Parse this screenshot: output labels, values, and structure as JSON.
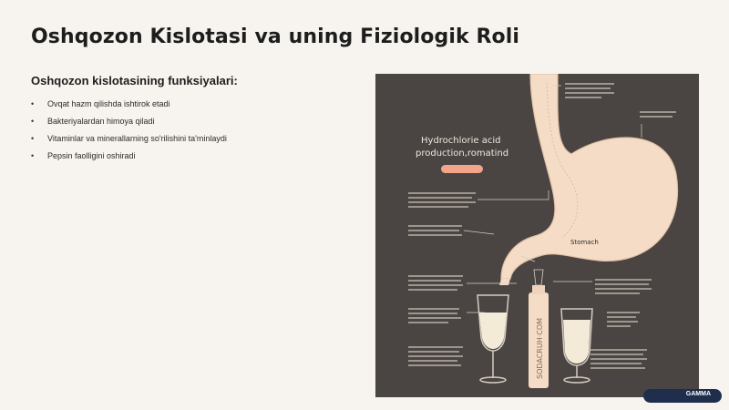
{
  "slide": {
    "title": "Oshqozon Kislotasi va uning Fiziologik Roli",
    "section_heading": "Oshqozon kislotasining funksiyalari:",
    "functions": [
      "Ovqat hazm qilishda ishtirok etadi",
      "Bakteriyalardan himoya qiladi",
      "Vitaminlar va minerallarning so'rilishini ta'minlaydi",
      "Pepsin faolligini oshiradi"
    ],
    "bullet_symbol": "•"
  },
  "figure": {
    "heading_line1": "Hydrochlorie acid",
    "heading_line2": "production,romatind",
    "stomach_label": "Stomach",
    "bottle_label": "SODACRUH·COM",
    "colors": {
      "background": "#4a4542",
      "organ": "#f4dcc6",
      "organ_outline": "#e2c2a8",
      "text": "#efe7df",
      "liquid": "#f3ead8",
      "pill": "#f2a48c"
    }
  },
  "brand": {
    "text": "GAMMA",
    "color": "#1f2e4d"
  }
}
